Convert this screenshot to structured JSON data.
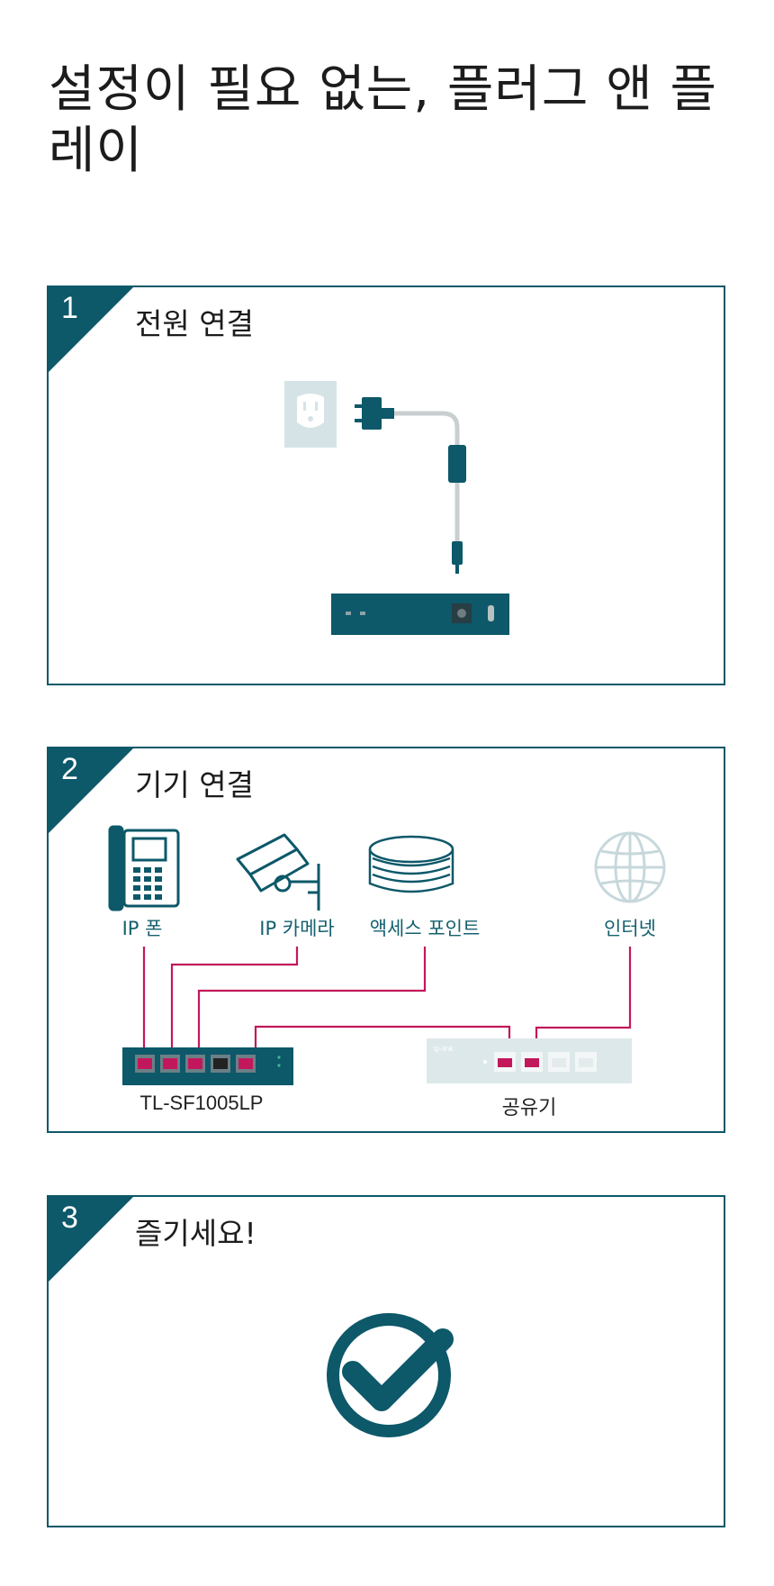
{
  "page": {
    "title": "설정이 필요 없는, 플러그 앤 플레이"
  },
  "steps": [
    {
      "number": "1",
      "title": "전원 연결"
    },
    {
      "number": "2",
      "title": "기기 연결"
    },
    {
      "number": "3",
      "title": "즐기세요!"
    }
  ],
  "devices": {
    "ip_phone": "IP 폰",
    "ip_camera": "IP 카메라",
    "access_point": "액세스 포인트",
    "internet": "인터넷",
    "switch_model": "TL-SF1005LP",
    "router": "공유기",
    "router_brand": "tp-link"
  },
  "colors": {
    "primary": "#0d5869",
    "accent_cable": "#c2185b",
    "light": "#d5e3e6"
  },
  "icons": [
    "power-outlet-icon",
    "power-plug-icon",
    "ip-phone-icon",
    "ip-camera-icon",
    "access-point-icon",
    "globe-icon",
    "checkmark-circle-icon"
  ]
}
